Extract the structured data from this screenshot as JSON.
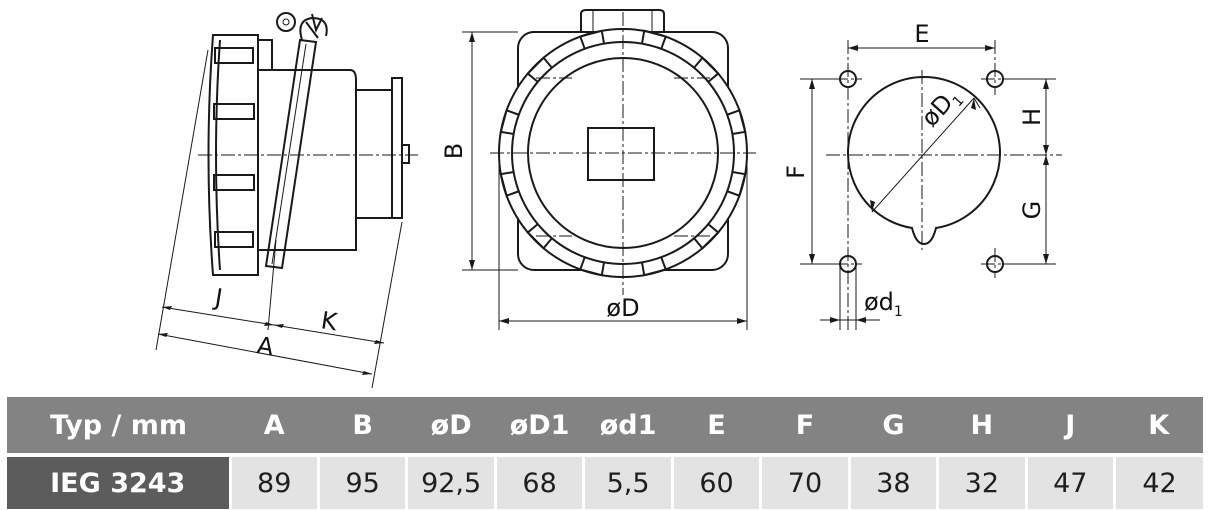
{
  "drawing": {
    "labels": {
      "side_j": "J",
      "side_k": "K",
      "side_a": "A",
      "front_b": "B",
      "front_d": "øD",
      "cut_e": "E",
      "cut_f": "F",
      "cut_h": "H",
      "cut_g": "G",
      "cut_d1": "øD",
      "cut_d1_sub": "1",
      "cut_small_d": "ød",
      "cut_small_d_sub": "1"
    }
  },
  "table": {
    "headers": [
      "Typ / mm",
      "A",
      "B",
      "øD",
      "øD1",
      "ød1",
      "E",
      "F",
      "G",
      "H",
      "J",
      "K"
    ],
    "rows": [
      [
        "IEG 3243",
        "89",
        "95",
        "92,5",
        "68",
        "5,5",
        "60",
        "70",
        "38",
        "32",
        "47",
        "42"
      ]
    ]
  },
  "colors": {
    "header_bg": "#838383",
    "first_cell_bg": "#5c5c5c",
    "data_bg": "#e3e3e3",
    "line": "#1a1a1a"
  }
}
